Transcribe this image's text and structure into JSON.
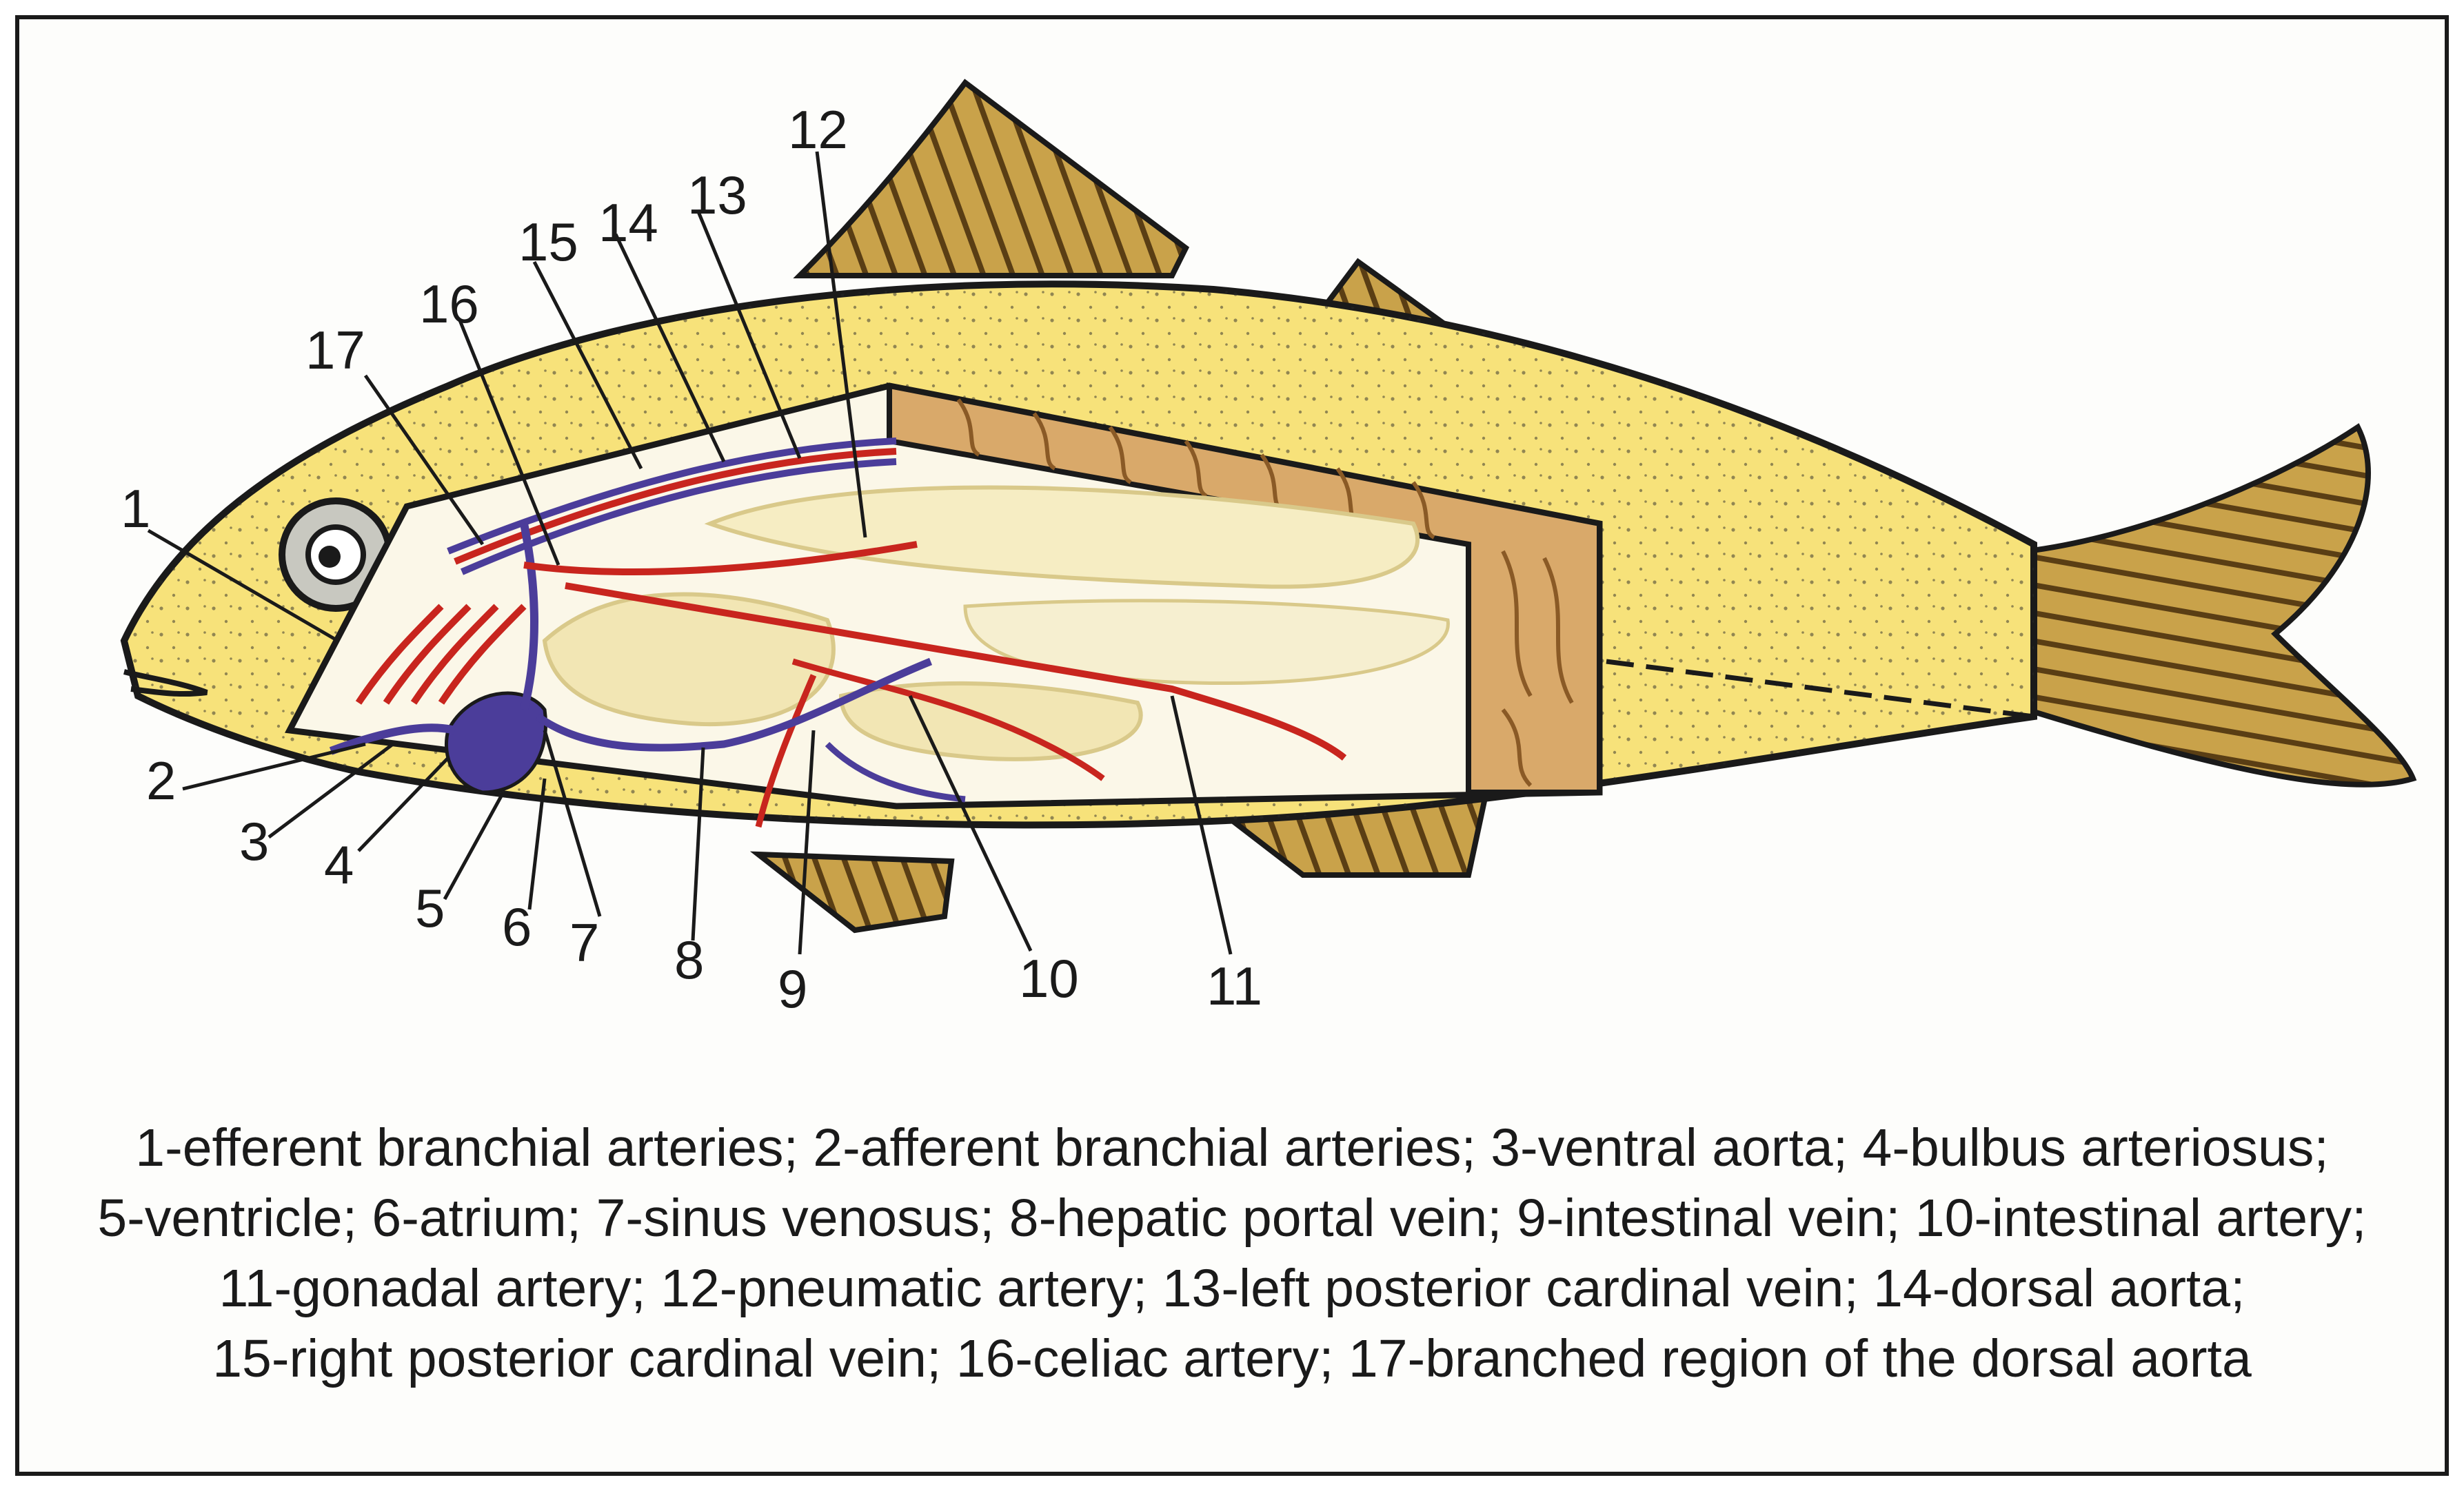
{
  "labels": {
    "l1": "1",
    "l2": "2",
    "l3": "3",
    "l4": "4",
    "l5": "5",
    "l6": "6",
    "l7": "7",
    "l8": "8",
    "l9": "9",
    "l10": "10",
    "l11": "11",
    "l12": "12",
    "l13": "13",
    "l14": "14",
    "l15": "15",
    "l16": "16",
    "l17": "17"
  },
  "caption": {
    "line1": "1-efferent branchial arteries;  2-afferent branchial arteries;  3-ventral aorta;  4-bulbus arteriosus;",
    "line2": "5-ventricle;  6-atrium;  7-sinus venosus;  8-hepatic portal vein;  9-intestinal vein;  10-intestinal artery;",
    "line3": "11-gonadal artery;  12-pneumatic artery;  13-left posterior cardinal vein;  14-dorsal aorta;",
    "line4": "15-right posterior cardinal vein;  16-celiac artery;  17-branched region of the dorsal aorta"
  },
  "colors": {
    "body": "#f7e27a",
    "fin": "#c9a24a",
    "muscle": "#d9a96a",
    "cavity": "#fbf7e8",
    "artery": "#c8251e",
    "vein": "#4b3d9a",
    "outline": "#1a1a1a"
  },
  "icons": [
    "fish-drawing",
    "eye-icon"
  ]
}
